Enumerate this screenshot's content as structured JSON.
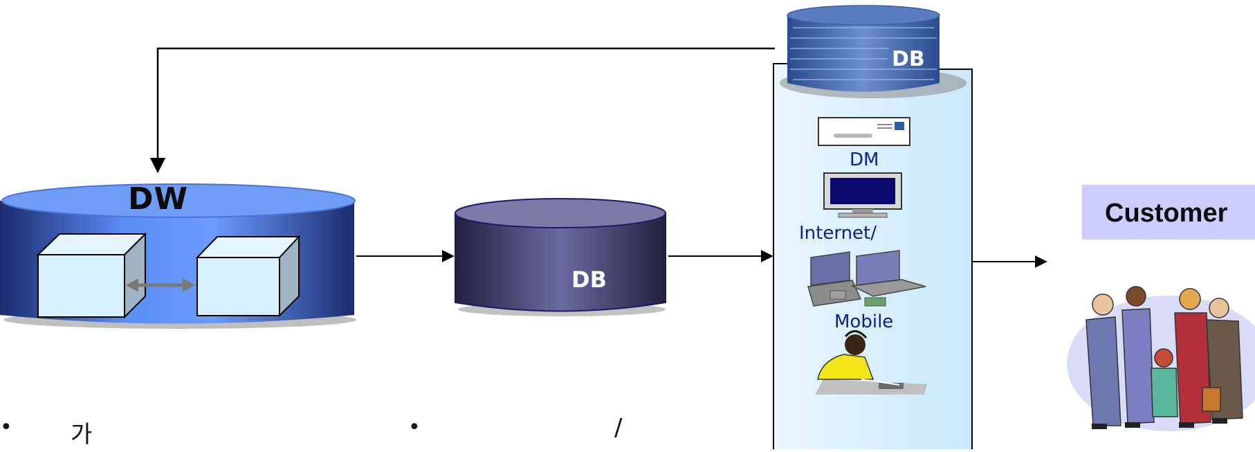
{
  "diagram": {
    "dw_label": "DW",
    "middle_db_label": "DB",
    "top_db_label": "DB",
    "channels": {
      "dm_label": "DM",
      "internet_label": "Internet/",
      "mobile_label": "Mobile"
    },
    "customer_label": "Customer",
    "bullets": [
      {
        "marker": "•",
        "text": "가"
      },
      {
        "marker": "•",
        "text": "/"
      }
    ],
    "colors": {
      "dw_blue": "#5f8cf0",
      "middle_db": "#3d3a6b",
      "channel_panel": "#d6effc",
      "customer_box": "#ccccff",
      "label_navy": "#0a1f8f"
    }
  }
}
